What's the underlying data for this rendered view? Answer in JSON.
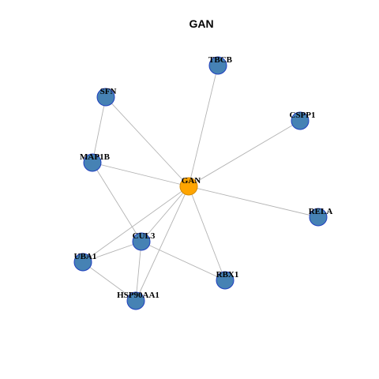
{
  "title": "GAN",
  "colors": {
    "center_fill": "#FFA500",
    "center_stroke": "#D48A00",
    "node_fill": "#4682B4",
    "node_stroke": "#1F3FBF",
    "edge": "#B3B3B3"
  },
  "nodes": [
    {
      "id": "GAN",
      "label": "GAN",
      "center": true
    },
    {
      "id": "TBCB",
      "label": "TBCB"
    },
    {
      "id": "SFN",
      "label": "SFN"
    },
    {
      "id": "CSPP1",
      "label": "CSPP1"
    },
    {
      "id": "MAP1B",
      "label": "MAP1B"
    },
    {
      "id": "RELA",
      "label": "RELA"
    },
    {
      "id": "CUL3",
      "label": "CUL3"
    },
    {
      "id": "UBA1",
      "label": "UBA1"
    },
    {
      "id": "RBX1",
      "label": "RBX1"
    },
    {
      "id": "HSP90AA1",
      "label": "HSP90AA1"
    }
  ],
  "edges": [
    [
      "GAN",
      "TBCB"
    ],
    [
      "GAN",
      "SFN"
    ],
    [
      "GAN",
      "CSPP1"
    ],
    [
      "GAN",
      "MAP1B"
    ],
    [
      "GAN",
      "RELA"
    ],
    [
      "GAN",
      "CUL3"
    ],
    [
      "GAN",
      "UBA1"
    ],
    [
      "GAN",
      "RBX1"
    ],
    [
      "GAN",
      "HSP90AA1"
    ],
    [
      "SFN",
      "MAP1B"
    ],
    [
      "MAP1B",
      "CUL3"
    ],
    [
      "CUL3",
      "UBA1"
    ],
    [
      "CUL3",
      "RBX1"
    ],
    [
      "CUL3",
      "HSP90AA1"
    ],
    [
      "UBA1",
      "HSP90AA1"
    ]
  ]
}
